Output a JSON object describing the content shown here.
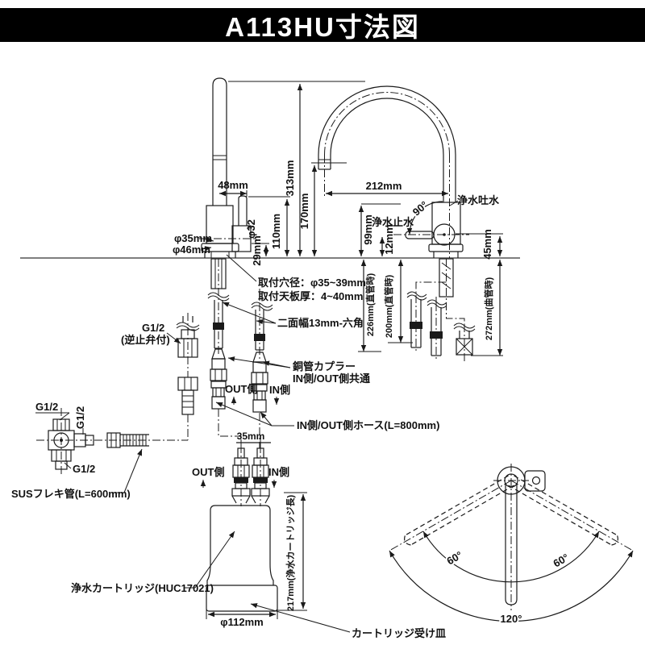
{
  "title": "A113HU寸法図",
  "colors": {
    "line": "#1a1a1a",
    "header_bg": "#000000",
    "header_text": "#ffffff"
  },
  "front_view": {
    "dim_48": "48mm",
    "dia_35": "φ35mm",
    "dia_46": "φ46mm",
    "dia_32": "φ32",
    "dim_29": "29mm",
    "dim_110": "110mm",
    "dim_170": "170mm",
    "dim_313": "313mm",
    "mount_hole": "取付穴径：φ35~39mm",
    "mount_thickness": "取付天板厚：4~40mm",
    "hex_width": "二面幅13mm-六角"
  },
  "side_view": {
    "dim_212": "212mm",
    "spout_out": "浄水吐水",
    "stop": "浄水止水",
    "angle_90": "90°",
    "dim_99": "99mm",
    "dim_12": "12mm",
    "dim_45": "45mm",
    "dim_226": "226mm(直管時)",
    "dim_200": "200mm(直管時)",
    "dim_272": "272mm(曲管時)"
  },
  "plumbing": {
    "coupler_line1": "銅管カプラー",
    "coupler_line2": "IN側/OUT側共通",
    "out_side": "OUT側",
    "in_side": "IN側",
    "hose": "IN側/OUT側ホース(L=800mm)",
    "dim_35": "35mm",
    "g12": "G1/2",
    "g12_check_note": "(逆止弁付)",
    "sus_flex": "SUSフレキ管(L=600mm)"
  },
  "cartridge": {
    "name": "浄水カートリッジ(HUC17021)",
    "out_side": "OUT側",
    "in_side": "IN側",
    "length": "217mm(浄水カートリッジ長)",
    "dia_112": "φ112mm",
    "tray": "カートリッジ受け皿"
  },
  "swivel": {
    "left_60": "60°",
    "right_60": "60°",
    "total_120": "120°"
  }
}
